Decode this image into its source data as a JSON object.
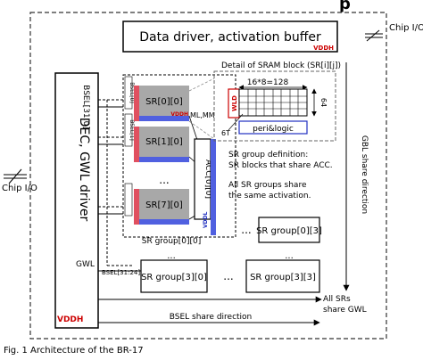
{
  "top_caption_fragment": "p",
  "data_driver_label": "Data driver, activation buffer",
  "vddh_data": "VDDH",
  "chip_io_top": "Chip I/O",
  "chip_io_left": "Chip I/O",
  "dec_gwl_label": "DEC, GWL driver",
  "vddh_dec": "VDDH",
  "gwl_label": "GWL",
  "bsel_0_7": "BSEL[31:0]",
  "bsel_24_31": "BSEL[31:24]",
  "bsel_tags": [
    "BSEL[0]",
    "BSEL[1]",
    "BSEL[7]"
  ],
  "sr_blocks": [
    "SR[0][0]",
    "SR[1][0]",
    "SR[7][0]"
  ],
  "vddh_sr": "VDDH",
  "ml_mm": "ML,MM",
  "acc_label": "ACC[0][0]",
  "vddl_label": "VDDL",
  "sr_group_00": "SR group[0][0]",
  "sr_group_03": "SR group[0][3]",
  "sr_group_30": "SR group[3][0]",
  "sr_group_33": "SR group[3][3]",
  "ellipsis": "...",
  "vertical_dots": "⋮",
  "sram_detail_title": "Detail of SRAM block (SR[i][j])",
  "sram_width": "16*8=128",
  "sram_height": "64",
  "wld_label": "WLD",
  "six_t": "6T",
  "peri_logic": "peri&logic",
  "sr_group_def_1": "SR group definition:",
  "sr_group_def_2": "SR blocks that share ACC.",
  "all_sr_share_1": "All SR groups share",
  "all_sr_share_2": "the same activation.",
  "gbl_direction": "GBL share direction",
  "bsel_direction": "BSEL share direction",
  "all_srs_1": "All SRs",
  "all_srs_2": "share GWL",
  "figure_caption": "Fig. 1   Architecture of the BR-17"
}
